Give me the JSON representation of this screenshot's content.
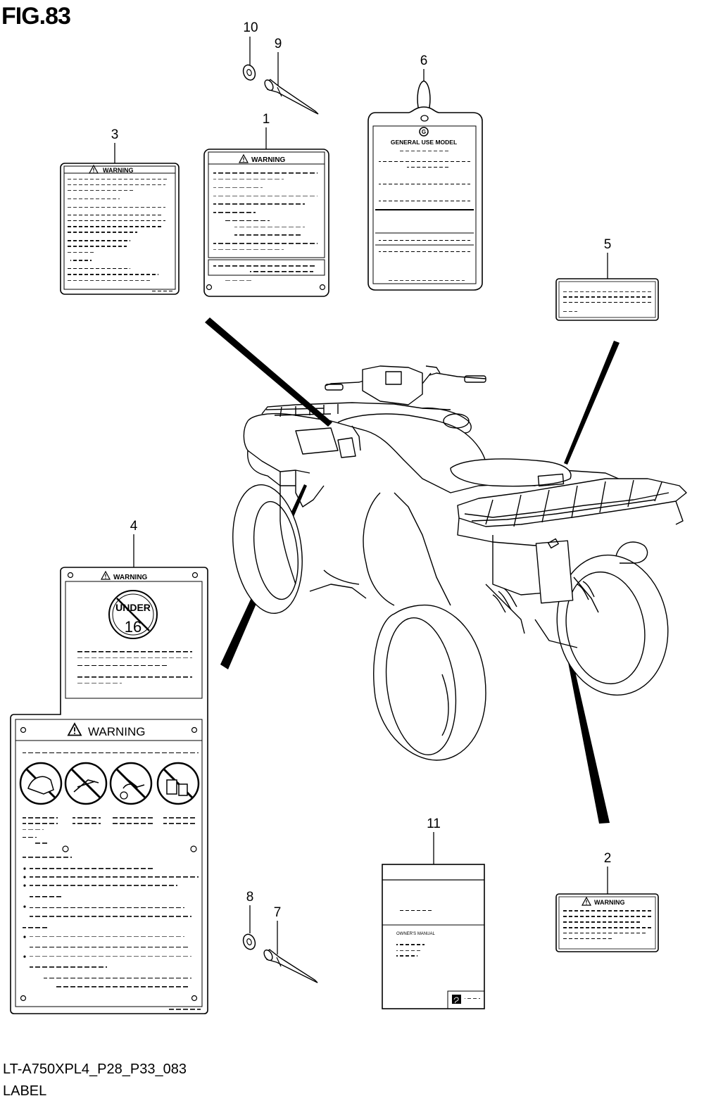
{
  "figure": {
    "title": "FIG.83",
    "code": "LT-A750XPL4_P28_P33_083",
    "name": "LABEL"
  },
  "callouts": {
    "c1": "1",
    "c2": "2",
    "c3": "3",
    "c4": "4",
    "c5": "5",
    "c6": "6",
    "c7": "7",
    "c8": "8",
    "c9": "9",
    "c10": "10",
    "c11": "11"
  },
  "label_text": {
    "warning": "WARNING",
    "general_use_model": "GENERAL USE MODEL",
    "under": "UNDER",
    "age": "16",
    "owners_manual": "OWNER'S MANUAL"
  },
  "icons": {
    "hang_tag_logo": "circled-letter-icon",
    "warning_triangle": "warning-triangle-icon",
    "manual_logo": "brand-logo-icon"
  }
}
